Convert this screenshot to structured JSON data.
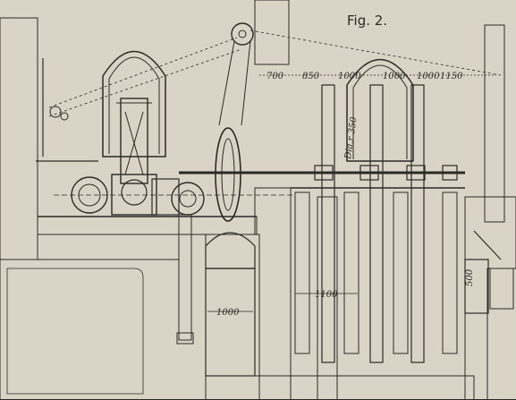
{
  "figure": {
    "title": "Fig. 2.",
    "dimensions": {
      "top_spans": [
        "700",
        "850",
        "1000",
        "1000",
        "1000",
        "1150"
      ],
      "shaft_note": "Dia.r 350",
      "well_width": "1100",
      "tank_width": "1000"
    },
    "side_label": "500"
  },
  "colors": {
    "paper": "#d9d4c5",
    "ink": "#2b2a27",
    "masonry": "#cfc9b8",
    "water": "#bfb9a9"
  },
  "icons": {
    "pulley": "belt-pulley-icon",
    "flywheel": "flywheel-icon",
    "pump": "pump-icon",
    "engine": "steam-engine-icon"
  }
}
